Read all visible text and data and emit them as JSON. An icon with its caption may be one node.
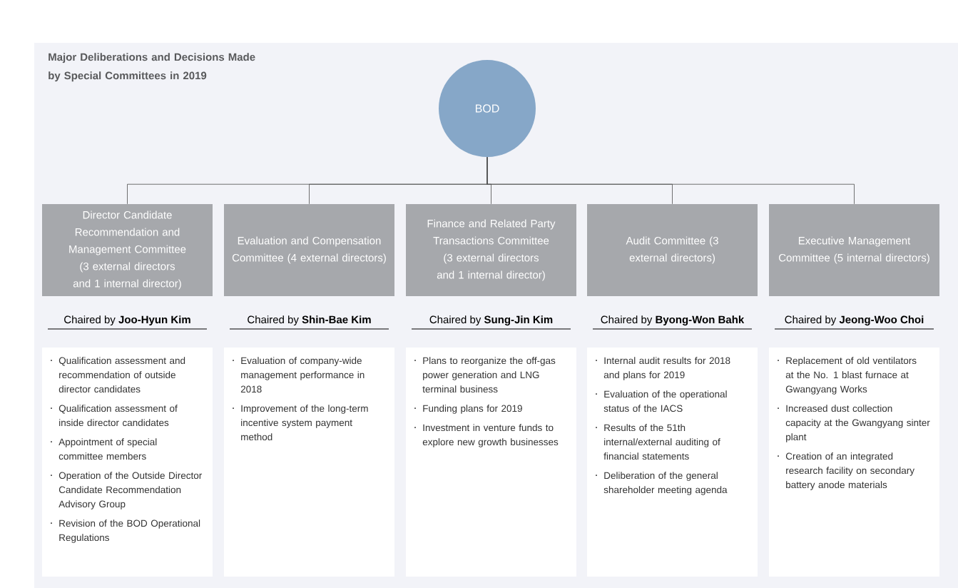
{
  "diagram": {
    "title": "Major Deliberations and Decisions Made by Special Committees in 2019",
    "nodes": [
      {
        "text": [
          "BOD"
        ]
      },
      {
        "text": [
          "Director Candidate Recommendation and Management Committee (3 external directors and 1 internal director)"
        ],
        "beside": [
          "Chaired by **Joo-Hyun Kim**"
        ]
      },
      {
        "text": [
          "Evaluation and Compensation Committee (4 external directors)"
        ],
        "beside": [
          "Chaired by **Shin-Bae Kim**"
        ]
      },
      {
        "text": [
          "Finance and Related Party Transactions Committee (3 external directors and 1 internal director)"
        ],
        "beside": [
          "Chaired by **Sung-Jin Kim**"
        ]
      },
      {
        "text": [
          "Audit Committee (3 external directors)"
        ],
        "beside": [
          "Chaired by **Byong-Won Bahk**"
        ]
      },
      {
        "text": [
          "Executive Management Committee (5 internal directors)"
        ],
        "beside": [
          "Chaired by **Jeong-Woo Choi**"
        ]
      },
      {
        "text": [
          "Qualification assessment and recommendation of outside director candidates",
          "Qualification assessment of inside director candidates",
          "Appointment of special committee members",
          "Operation of the Outside Director Candidate Recommendation Advisory Group",
          "Revision of the BOD Operational Regulations"
        ]
      },
      {
        "text": [
          "Evaluation of company-wide management performance in 2018",
          "Improvement of the long-term incentive system payment method"
        ]
      },
      {
        "text": [
          "Plans to reorganize the off-gas power generation and LNG terminal business",
          "Funding plans for 2019",
          "Investment in venture funds to explore new growth businesses"
        ]
      },
      {
        "text": [
          "Internal audit results for 2018 and plans for 2019",
          "Evaluation of the operational status of the IACS",
          "Results of the 51th internal/external auditing of financial statements",
          "Deliberation of the general shareholder meeting agenda"
        ]
      },
      {
        "text": [
          "Replacement of old ventilators at the No. 1 blast furnace at Gwangyang Works",
          "Increased dust collection capacity at the Gwangyang sinter plant",
          "Creation of an integrated research facility on secondary battery anode materials"
        ]
      }
    ],
    "edges": [
      {
        "from": 0,
        "to": 1,
        "arrow": "none"
      },
      {
        "from": 0,
        "to": 2,
        "arrow": "none"
      },
      {
        "from": 0,
        "to": 3,
        "arrow": "none"
      },
      {
        "from": 0,
        "to": 4,
        "arrow": "none"
      },
      {
        "from": 0,
        "to": 5,
        "arrow": "none"
      }
    ]
  }
}
